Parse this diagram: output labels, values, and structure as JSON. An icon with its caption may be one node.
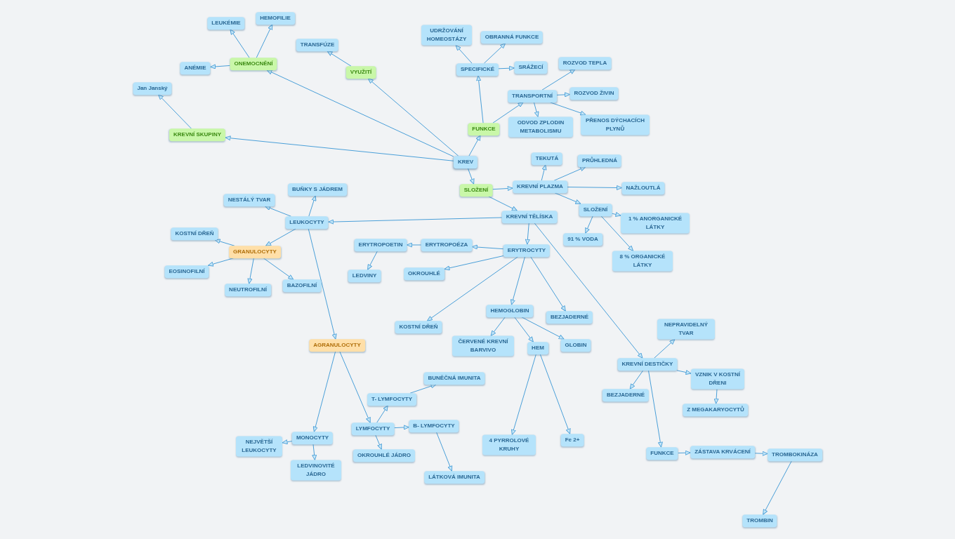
{
  "diagram": {
    "nodes": [
      {
        "text": [
          "KREV"
        ]
      },
      {
        "text": [
          "ONEMOCNĚNÍ"
        ]
      },
      {
        "text": [
          "LEUKÉMIE"
        ]
      },
      {
        "text": [
          "HEMOFILIE"
        ]
      },
      {
        "text": [
          "ANÉMIE"
        ]
      },
      {
        "text": [
          "TRANSFÚZE"
        ]
      },
      {
        "text": [
          "VYUŽITÍ"
        ]
      },
      {
        "text": [
          "Jan Janský"
        ]
      },
      {
        "text": [
          "KREVNÍ SKUPINY"
        ]
      },
      {
        "text": [
          "FUNKCE"
        ]
      },
      {
        "text": [
          "SPECIFICKÉ"
        ]
      },
      {
        "text": [
          "UDRŽOVÁNÍ HOMEOSTÁZY"
        ]
      },
      {
        "text": [
          "OBRANNÁ FUNKCE"
        ]
      },
      {
        "text": [
          "SRÁŽECÍ"
        ]
      },
      {
        "text": [
          "TRANSPORTNÍ"
        ]
      },
      {
        "text": [
          "ROZVOD TEPLA"
        ]
      },
      {
        "text": [
          "ROZVOD ŽIVIN"
        ]
      },
      {
        "text": [
          "ODVOD ZPLODIN METABOLISMU"
        ]
      },
      {
        "text": [
          "PŘENOS DÝCHACÍCH PLYNŮ"
        ]
      },
      {
        "text": [
          "SLOŽENÍ"
        ]
      },
      {
        "text": [
          "KREVNÍ PLAZMA"
        ]
      },
      {
        "text": [
          "TEKUTÁ"
        ]
      },
      {
        "text": [
          "PRŮHLEDNÁ"
        ]
      },
      {
        "text": [
          "NAŽLOUTLÁ"
        ]
      },
      {
        "text": [
          "SLOŽENÍ"
        ]
      },
      {
        "text": [
          "1 % ANORGANICKÉ LÁTKY"
        ]
      },
      {
        "text": [
          "91 % VODA"
        ]
      },
      {
        "text": [
          "8 % ORGANICKÉ LÁTKY"
        ]
      },
      {
        "text": [
          "KREVNÍ TĚLÍSKA"
        ]
      },
      {
        "text": [
          "LEUKOCYTY"
        ]
      },
      {
        "text": [
          "BUŇKY S JÁDREM"
        ]
      },
      {
        "text": [
          "NESTÁLÝ TVAR"
        ]
      },
      {
        "text": [
          "GRANULOCYTY"
        ]
      },
      {
        "text": [
          "KOSTNÍ DŘEŇ"
        ]
      },
      {
        "text": [
          "EOSINOFILNÍ"
        ]
      },
      {
        "text": [
          "NEUTROFILNÍ"
        ]
      },
      {
        "text": [
          "BAZOFILNÍ"
        ]
      },
      {
        "text": [
          "AGRANULOCYTY"
        ]
      },
      {
        "text": [
          "MONOCYTY"
        ]
      },
      {
        "text": [
          "NEJVĚTŠÍ LEUKOCYTY"
        ]
      },
      {
        "text": [
          "LEDVINOVITÉ JÁDRO"
        ]
      },
      {
        "text": [
          "LYMFOCYTY"
        ]
      },
      {
        "text": [
          "T- LYMFOCYTY"
        ]
      },
      {
        "text": [
          "BUNĚČNÁ IMUNITA"
        ]
      },
      {
        "text": [
          "B- LYMFOCYTY"
        ]
      },
      {
        "text": [
          "OKROUHLÉ JÁDRO"
        ]
      },
      {
        "text": [
          "LÁTKOVÁ IMUNITA"
        ]
      },
      {
        "text": [
          "ERYTROCYTY"
        ]
      },
      {
        "text": [
          "ERYTROPOÉZA"
        ]
      },
      {
        "text": [
          "ERYTROPOETIN"
        ]
      },
      {
        "text": [
          "LEDVINY"
        ]
      },
      {
        "text": [
          "OKROUHLÉ"
        ]
      },
      {
        "text": [
          "KOSTNÍ DŘEŇ"
        ]
      },
      {
        "text": [
          "HEMOGLOBIN"
        ]
      },
      {
        "text": [
          "BEZJADERNÉ"
        ]
      },
      {
        "text": [
          "ČERVENÉ KREVNÍ BARVIVO"
        ]
      },
      {
        "text": [
          "HEM"
        ]
      },
      {
        "text": [
          "GLOBIN"
        ]
      },
      {
        "text": [
          "4 PYRROLOVÉ KRUHY"
        ]
      },
      {
        "text": [
          "Fe 2+"
        ]
      },
      {
        "text": [
          "KREVNÍ DESTIČKY"
        ]
      },
      {
        "text": [
          "NEPRAVIDELNÝ TVAR"
        ]
      },
      {
        "text": [
          "BEZJADERNÉ"
        ]
      },
      {
        "text": [
          "VZNIK V KOSTNÍ DŘENI"
        ]
      },
      {
        "text": [
          "Z MEGAKARYOCYTŮ"
        ]
      },
      {
        "text": [
          "FUNKCE"
        ]
      },
      {
        "text": [
          "ZÁSTAVA KRVÁCENÍ"
        ]
      },
      {
        "text": [
          "TROMBOKINÁZA"
        ]
      },
      {
        "text": [
          "TROMBIN"
        ]
      }
    ],
    "edges": [
      {
        "from": 0,
        "to": 1,
        "arrow": "to"
      },
      {
        "from": 0,
        "to": 6,
        "arrow": "to"
      },
      {
        "from": 0,
        "to": 8,
        "arrow": "to"
      },
      {
        "from": 0,
        "to": 9,
        "arrow": "to"
      },
      {
        "from": 0,
        "to": 19,
        "arrow": "to"
      },
      {
        "from": 1,
        "to": 2,
        "arrow": "to"
      },
      {
        "from": 1,
        "to": 3,
        "arrow": "to"
      },
      {
        "from": 1,
        "to": 4,
        "arrow": "to"
      },
      {
        "from": 6,
        "to": 5,
        "arrow": "to"
      },
      {
        "from": 8,
        "to": 7,
        "arrow": "to"
      },
      {
        "from": 9,
        "to": 10,
        "arrow": "to"
      },
      {
        "from": 9,
        "to": 14,
        "arrow": "to"
      },
      {
        "from": 10,
        "to": 11,
        "arrow": "to"
      },
      {
        "from": 10,
        "to": 12,
        "arrow": "to"
      },
      {
        "from": 10,
        "to": 13,
        "arrow": "to"
      },
      {
        "from": 14,
        "to": 15,
        "arrow": "to"
      },
      {
        "from": 14,
        "to": 16,
        "arrow": "to"
      },
      {
        "from": 14,
        "to": 17,
        "arrow": "to"
      },
      {
        "from": 14,
        "to": 18,
        "arrow": "to"
      },
      {
        "from": 19,
        "to": 20,
        "arrow": "to"
      },
      {
        "from": 19,
        "to": 28,
        "arrow": "to"
      },
      {
        "from": 20,
        "to": 21,
        "arrow": "to"
      },
      {
        "from": 20,
        "to": 22,
        "arrow": "to"
      },
      {
        "from": 20,
        "to": 23,
        "arrow": "to"
      },
      {
        "from": 20,
        "to": 24,
        "arrow": "to"
      },
      {
        "from": 24,
        "to": 25,
        "arrow": "to"
      },
      {
        "from": 24,
        "to": 26,
        "arrow": "to"
      },
      {
        "from": 24,
        "to": 27,
        "arrow": "to"
      },
      {
        "from": 28,
        "to": 29,
        "arrow": "to"
      },
      {
        "from": 28,
        "to": 47,
        "arrow": "to"
      },
      {
        "from": 28,
        "to": 60,
        "arrow": "to"
      },
      {
        "from": 29,
        "to": 30,
        "arrow": "to"
      },
      {
        "from": 29,
        "to": 31,
        "arrow": "to"
      },
      {
        "from": 29,
        "to": 32,
        "arrow": "to"
      },
      {
        "from": 29,
        "to": 37,
        "arrow": "to"
      },
      {
        "from": 32,
        "to": 33,
        "arrow": "to"
      },
      {
        "from": 32,
        "to": 34,
        "arrow": "to"
      },
      {
        "from": 32,
        "to": 35,
        "arrow": "to"
      },
      {
        "from": 32,
        "to": 36,
        "arrow": "to"
      },
      {
        "from": 37,
        "to": 38,
        "arrow": "to"
      },
      {
        "from": 37,
        "to": 41,
        "arrow": "to"
      },
      {
        "from": 38,
        "to": 39,
        "arrow": "to"
      },
      {
        "from": 38,
        "to": 40,
        "arrow": "to"
      },
      {
        "from": 41,
        "to": 42,
        "arrow": "to"
      },
      {
        "from": 41,
        "to": 44,
        "arrow": "to"
      },
      {
        "from": 41,
        "to": 45,
        "arrow": "to"
      },
      {
        "from": 42,
        "to": 43,
        "arrow": "to"
      },
      {
        "from": 44,
        "to": 46,
        "arrow": "to"
      },
      {
        "from": 47,
        "to": 48,
        "arrow": "to"
      },
      {
        "from": 47,
        "to": 51,
        "arrow": "to"
      },
      {
        "from": 47,
        "to": 52,
        "arrow": "to"
      },
      {
        "from": 47,
        "to": 53,
        "arrow": "to"
      },
      {
        "from": 47,
        "to": 54,
        "arrow": "to"
      },
      {
        "from": 48,
        "to": 49,
        "arrow": "to"
      },
      {
        "from": 49,
        "to": 50,
        "arrow": "to"
      },
      {
        "from": 53,
        "to": 55,
        "arrow": "to"
      },
      {
        "from": 53,
        "to": 56,
        "arrow": "to"
      },
      {
        "from": 53,
        "to": 57,
        "arrow": "to"
      },
      {
        "from": 56,
        "to": 58,
        "arrow": "to"
      },
      {
        "from": 56,
        "to": 59,
        "arrow": "to"
      },
      {
        "from": 60,
        "to": 61,
        "arrow": "to"
      },
      {
        "from": 60,
        "to": 62,
        "arrow": "to"
      },
      {
        "from": 60,
        "to": 63,
        "arrow": "to"
      },
      {
        "from": 60,
        "to": 65,
        "arrow": "to"
      },
      {
        "from": 63,
        "to": 64,
        "arrow": "to"
      },
      {
        "from": 65,
        "to": 66,
        "arrow": "to"
      },
      {
        "from": 66,
        "to": 67,
        "arrow": "to"
      },
      {
        "from": 67,
        "to": 68,
        "arrow": "to"
      }
    ]
  }
}
